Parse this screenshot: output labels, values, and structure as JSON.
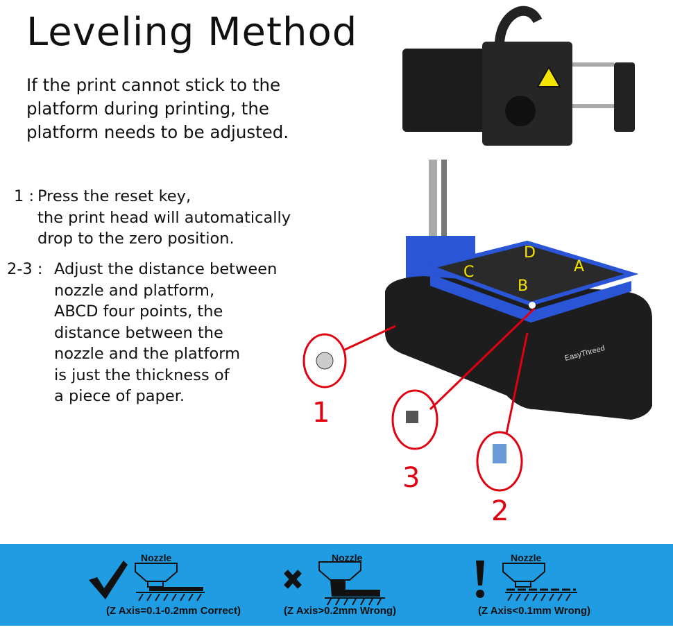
{
  "title": "Leveling Method",
  "intro": [
    "If the print cannot stick to the",
    "platform during printing, the",
    "platform needs to be adjusted."
  ],
  "step1": {
    "num": "1 :",
    "lines": [
      "Press the reset key,",
      "the print head will automatically",
      "drop to the zero position."
    ]
  },
  "step23": {
    "num": "2-3 :",
    "lines": [
      "Adjust the distance between",
      "nozzle and platform,",
      "ABCD four points, the",
      "distance between the",
      "nozzle and the platform",
      "is just the thickness of",
      "a piece of paper."
    ]
  },
  "callouts": [
    "1",
    "2",
    "3"
  ],
  "points": [
    "A",
    "B",
    "C",
    "D"
  ],
  "brand": "EasyThreed",
  "legend": [
    {
      "icon": "check-icon",
      "label": "Nozzle",
      "caption": "(Z Axis=0.1-0.2mm Correct)"
    },
    {
      "icon": "cross-icon",
      "label": "Nozzle",
      "caption": "(Z Axis>0.2mm Wrong)"
    },
    {
      "icon": "exclamation-icon",
      "label": "Nozzle",
      "caption": "(Z Axis<0.1mm Wrong)"
    }
  ],
  "colors": {
    "band": "#1f9ce2",
    "callout": "#e00010",
    "points": "#f5e400",
    "platform": "#2a55d6"
  }
}
